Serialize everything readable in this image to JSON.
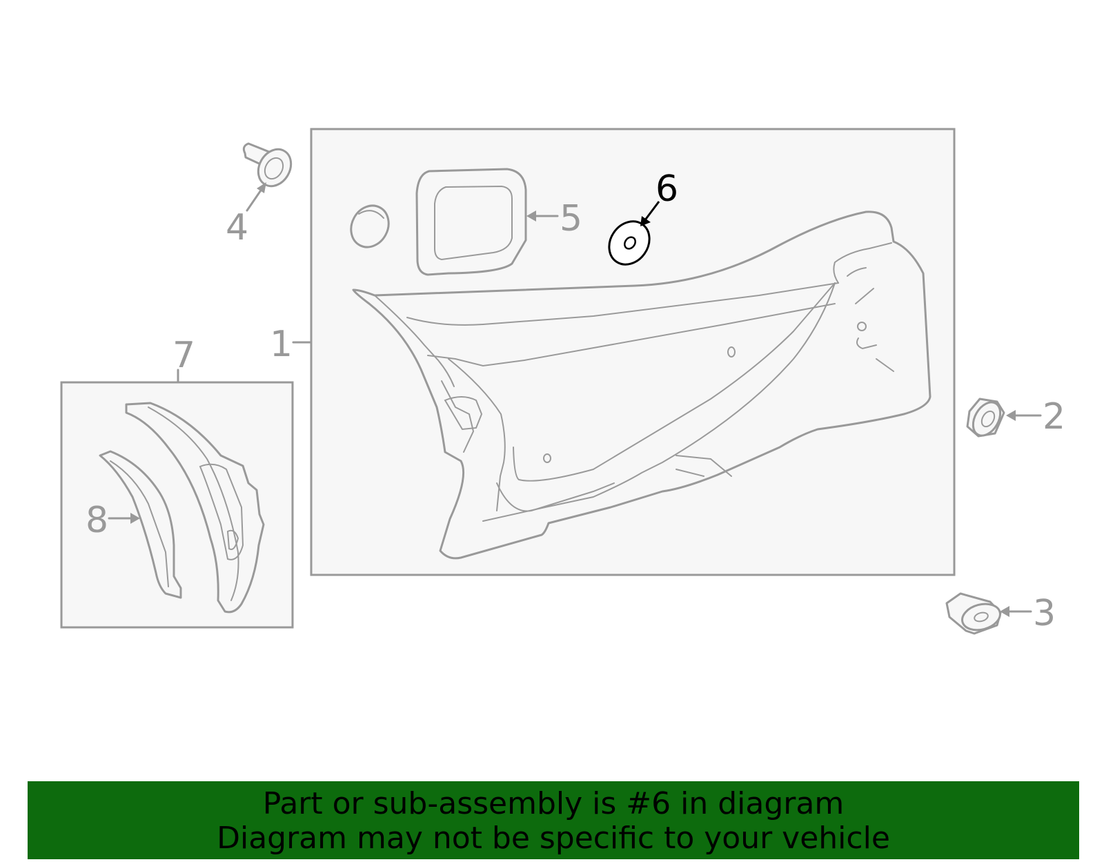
{
  "callouts": {
    "c1": "1",
    "c2": "2",
    "c3": "3",
    "c4": "4",
    "c5": "5",
    "c6": "6",
    "c7": "7",
    "c8": "8"
  },
  "highlighted_part": "6",
  "colors": {
    "part_line": "#999999",
    "highlight": "#000000",
    "banner_background": "#0d6b0d",
    "banner_text": "#000000"
  },
  "banner": {
    "line1": "Part or sub-assembly is #6 in diagram",
    "line2": "Diagram may not be specific to your vehicle"
  }
}
